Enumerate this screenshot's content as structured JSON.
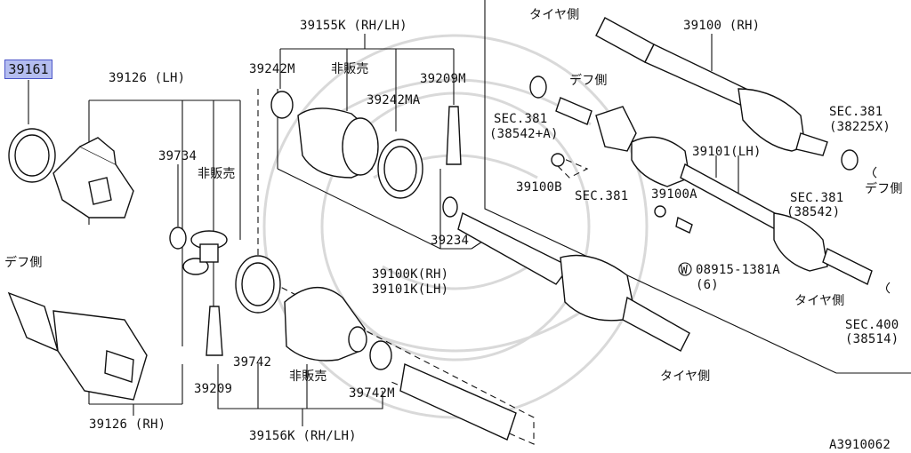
{
  "highlight_label": "39161",
  "labels": {
    "l_39126_lh": "39126 (LH)",
    "l_39126_rh": "39126 (RH)",
    "l_39734": "39734",
    "l_hihanbai_1": "非販売",
    "l_defu_side_left": "デフ側",
    "l_39742": "39742",
    "l_39209": "39209",
    "l_hihanbai_2": "非販売",
    "l_39742m": "39742M",
    "l_39156k": "39156K (RH/LH)",
    "l_39155k": "39155K (RH/LH)",
    "l_39242m": "39242M",
    "l_hihanbai_3": "非販売",
    "l_39209m": "39209M",
    "l_39242ma": "39242MA",
    "l_39234": "39234",
    "l_39100k": "39100K(RH)",
    "l_39101k": "39101K(LH)",
    "l_tire_side_top": "タイヤ側",
    "l_39100_rh": "39100 (RH)",
    "l_defu_side_mid": "デフ側",
    "l_sec381_a_1": "SEC.381",
    "l_sec381_a_2": "(38542+A)",
    "l_39100b": "39100B",
    "l_sec381_b": "SEC.381",
    "l_39101_lh": "39101(LH)",
    "l_39100a": "39100A",
    "l_sec381_c_1": "SEC.381",
    "l_sec381_c_2": "(38225X)",
    "l_sec381_d_1": "SEC.381",
    "l_sec381_d_2": "(38542)",
    "l_defu_side_right": "デフ側",
    "l_washer_code": "W",
    "l_08915_1": "08915-1381A",
    "l_08915_2": "(6)",
    "l_tire_side_right": "タイヤ側",
    "l_sec400_1": "SEC.400",
    "l_sec400_2": "(38514)",
    "l_tire_side_bottom": "タイヤ側",
    "l_diagram_code": "A3910062"
  }
}
